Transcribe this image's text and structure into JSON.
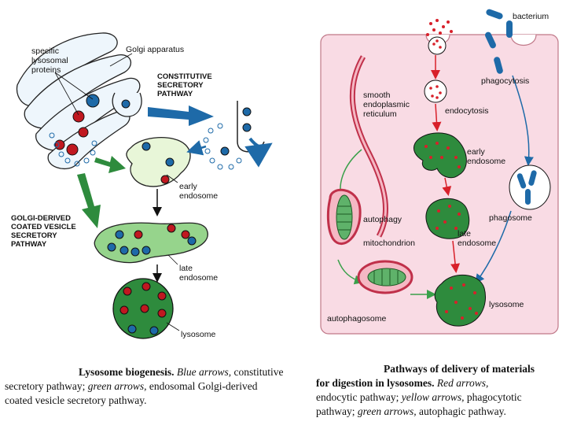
{
  "left_diagram": {
    "labels": {
      "specific_proteins": [
        "specific",
        "lysosomal",
        "proteins"
      ],
      "golgi": "Golgi apparatus",
      "constitutive": [
        "CONSTITUTIVE",
        "SECRETORY",
        "PATHWAY"
      ],
      "golgi_derived": [
        "GOLGI-DERIVED",
        "COATED VESICLE",
        "SECRETORY",
        "PATHWAY"
      ],
      "early_endosome": [
        "early",
        "endosome"
      ],
      "late_endosome": [
        "late",
        "endosome"
      ],
      "lysosome": "lysosome"
    },
    "caption": {
      "title": "Lysosome biogenesis.",
      "line1_blue": "Blue arrows,",
      "line1_rest": "constitutive",
      "line2_start": "secretory pathway;",
      "line2_green": "green arrows,",
      "line2_rest": "endosomal Golgi-derived",
      "line3": "coated vesicle secretory pathway."
    }
  },
  "right_diagram": {
    "labels": {
      "bacterium": "bacterium",
      "phagocytosis": "phagocytosis",
      "smooth_er": [
        "smooth",
        "endoplasmic",
        "reticulum"
      ],
      "endocytosis": "endocytosis",
      "early_endosome": [
        "early",
        "endosome"
      ],
      "phagosome": "phagosome",
      "autophagy": "autophagy",
      "mitochondrion": "mitochondrion",
      "late_endosome": [
        "late",
        "endosome"
      ],
      "autophagosome": "autophagosome",
      "lysosome": "lysosome"
    },
    "caption": {
      "title1": "Pathways of delivery of materials",
      "title2": "for digestion in lysosomes.",
      "red": "Red arrows,",
      "line2": "endocytic pathway;",
      "yellow": "yellow arrows,",
      "line2b": "phagocytotic",
      "line3a": "pathway;",
      "green": "green arrows,",
      "line3b": "autophagic pathway."
    }
  },
  "colors": {
    "blue": "#1e6aa8",
    "green": "#2e8b3d",
    "red": "#d8202a",
    "pink_bg": "#f9dbe4",
    "pale_blue": "#e7f2fb"
  }
}
